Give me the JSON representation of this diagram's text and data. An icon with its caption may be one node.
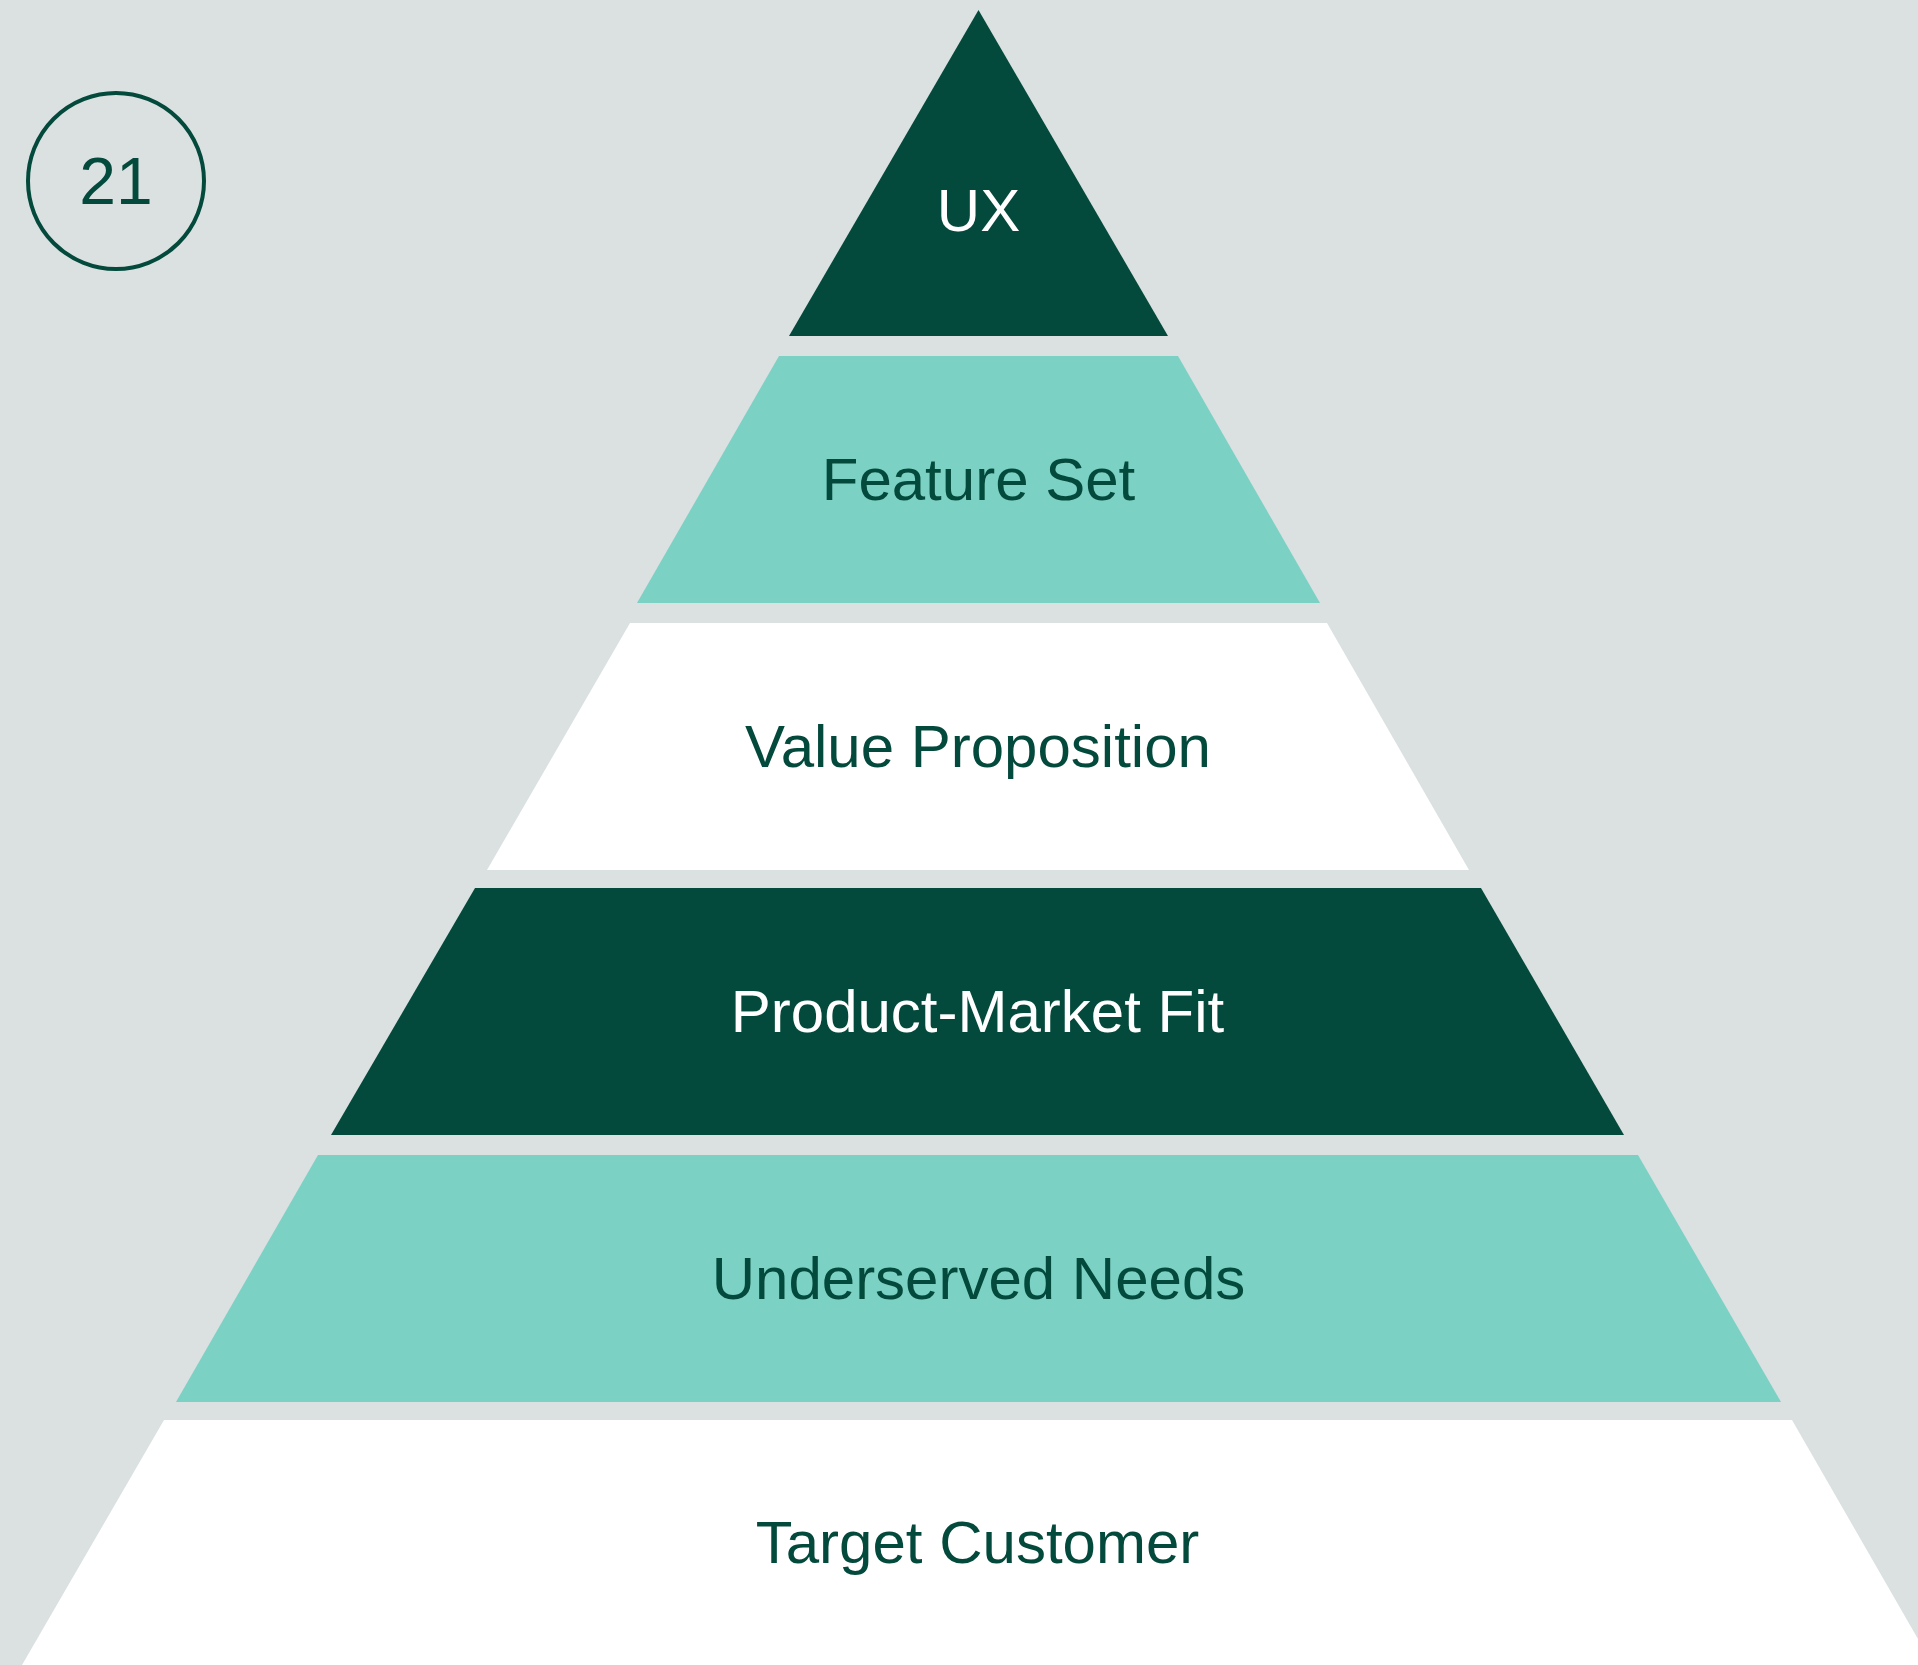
{
  "diagram": {
    "nodes": [
      {
        "text": [
          "21"
        ]
      },
      {
        "text": [
          "UX"
        ]
      },
      {
        "text": [
          "Feature Set"
        ]
      },
      {
        "text": [
          "Value Proposition"
        ]
      },
      {
        "text": [
          "Product-Market Fit"
        ]
      },
      {
        "text": [
          "Underserved Needs"
        ]
      },
      {
        "text": [
          "Target Customer"
        ]
      }
    ]
  }
}
